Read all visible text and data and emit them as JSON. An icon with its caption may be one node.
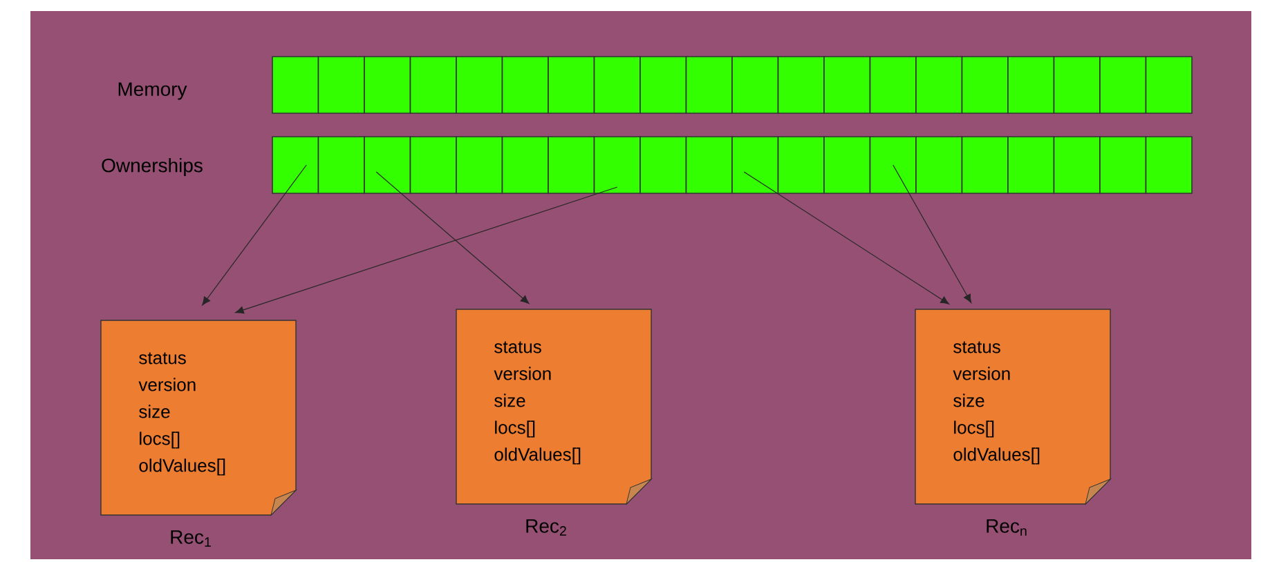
{
  "diagram": {
    "nodes": [
      {
        "text": [],
        "shape": "box"
      },
      {
        "text": [],
        "shape": "box"
      },
      {
        "text": [],
        "shape": "box"
      },
      {
        "text": [],
        "shape": "box"
      },
      {
        "text": [],
        "shape": "box"
      },
      {
        "text": [],
        "shape": "box"
      },
      {
        "text": [],
        "shape": "box"
      },
      {
        "text": [],
        "shape": "box"
      },
      {
        "text": [],
        "shape": "box"
      },
      {
        "text": [],
        "shape": "box"
      },
      {
        "text": [],
        "shape": "box"
      },
      {
        "text": [],
        "shape": "box"
      },
      {
        "text": [],
        "shape": "box"
      },
      {
        "text": [],
        "shape": "box"
      },
      {
        "text": [],
        "shape": "box"
      },
      {
        "text": [],
        "shape": "box"
      },
      {
        "text": [],
        "shape": "box"
      },
      {
        "text": [],
        "shape": "box"
      },
      {
        "text": [],
        "shape": "box"
      },
      {
        "text": [],
        "shape": "box"
      },
      {
        "text": [],
        "shape": "box"
      },
      {
        "text": [],
        "shape": "box"
      },
      {
        "text": [],
        "shape": "box"
      },
      {
        "text": [],
        "shape": "box"
      },
      {
        "text": [],
        "shape": "box"
      },
      {
        "text": [],
        "shape": "box"
      },
      {
        "text": [],
        "shape": "box"
      },
      {
        "text": [],
        "shape": "box"
      },
      {
        "text": [],
        "shape": "box"
      },
      {
        "text": [],
        "shape": "box"
      },
      {
        "text": [],
        "shape": "box"
      },
      {
        "text": [],
        "shape": "box"
      },
      {
        "text": [],
        "shape": "box"
      },
      {
        "text": [],
        "shape": "box"
      },
      {
        "text": [],
        "shape": "box"
      },
      {
        "text": [],
        "shape": "box"
      },
      {
        "text": [],
        "shape": "box"
      },
      {
        "text": [],
        "shape": "box"
      },
      {
        "text": [],
        "shape": "box"
      },
      {
        "text": [],
        "shape": "box"
      },
      {
        "text": [
          "status",
          "version",
          "size",
          "locs[]",
          "oldValues[]"
        ],
        "beside": [
          "Rec$_{1}$"
        ]
      },
      {
        "text": [
          "status",
          "version",
          "size",
          "locs[]",
          "oldValues[]"
        ],
        "beside": [
          "Rec$_{2}$"
        ]
      },
      {
        "text": [
          "status",
          "version",
          "size",
          "locs[]",
          "oldValues[]"
        ],
        "beside": [
          "Rec$_{n}$"
        ]
      }
    ],
    "edges": [
      {
        "from": 20,
        "to": 40,
        "arrow": "to"
      },
      {
        "from": 22,
        "to": 41,
        "arrow": "to"
      },
      {
        "from": 27,
        "to": 40,
        "arrow": "to"
      },
      {
        "from": 30,
        "to": 42,
        "arrow": "to"
      },
      {
        "from": 33,
        "to": 42,
        "arrow": "to"
      }
    ],
    "labels": [
      "Memory",
      "Ownerships"
    ]
  }
}
